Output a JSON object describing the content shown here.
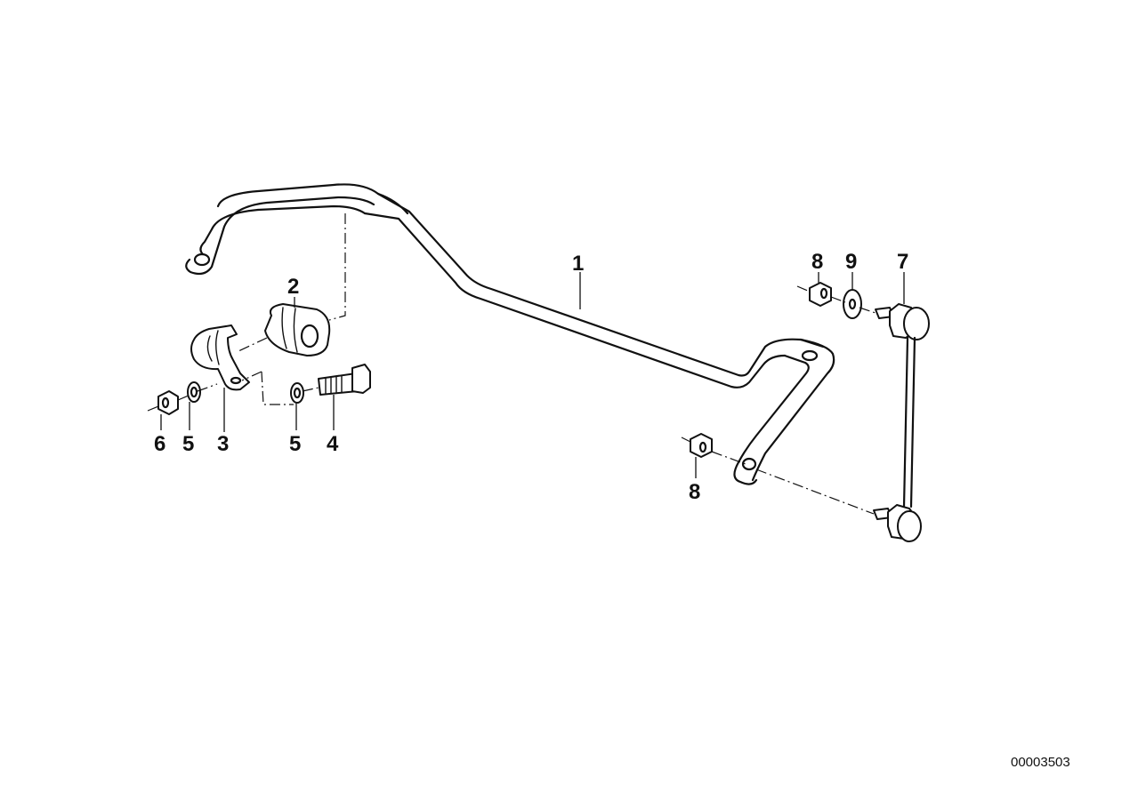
{
  "diagram": {
    "reference_number": "00003503",
    "callouts": [
      {
        "id": "c1",
        "label": "1",
        "part": "stabilizer-bar"
      },
      {
        "id": "c2",
        "label": "2",
        "part": "rubber-mounting"
      },
      {
        "id": "c3",
        "label": "3",
        "part": "bracket"
      },
      {
        "id": "c4",
        "label": "4",
        "part": "hex-bolt"
      },
      {
        "id": "c5a",
        "label": "5",
        "part": "washer"
      },
      {
        "id": "c5b",
        "label": "5",
        "part": "washer"
      },
      {
        "id": "c6",
        "label": "6",
        "part": "hex-nut"
      },
      {
        "id": "c7",
        "label": "7",
        "part": "stabilizer-link"
      },
      {
        "id": "c8a",
        "label": "8",
        "part": "hex-nut"
      },
      {
        "id": "c8b",
        "label": "8",
        "part": "hex-nut"
      },
      {
        "id": "c9",
        "label": "9",
        "part": "washer"
      }
    ]
  }
}
